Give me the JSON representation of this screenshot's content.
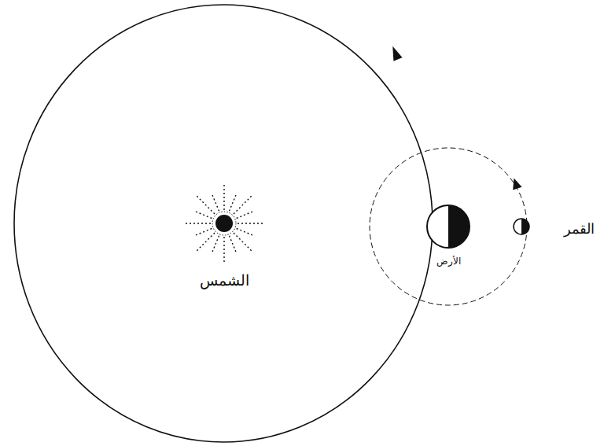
{
  "diagram": {
    "labels": [
      "الشمس",
      "الأرض",
      "القمر"
    ]
  }
}
